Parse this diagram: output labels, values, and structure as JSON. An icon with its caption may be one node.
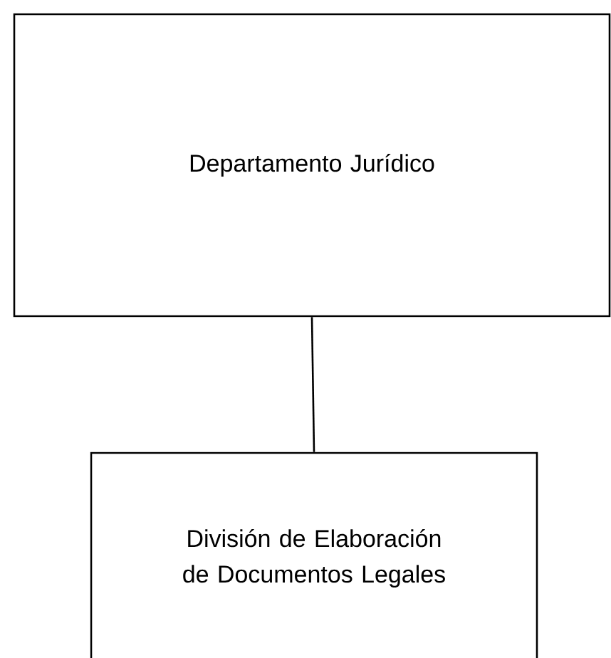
{
  "diagram": {
    "nodes": [
      {
        "text": [
          "Departamento Jurídico"
        ]
      },
      {
        "text": [
          "División de Elaboración de Documentos Legales"
        ]
      }
    ],
    "edges": [
      {
        "from": 0,
        "to": 1,
        "arrow": "none"
      }
    ]
  }
}
